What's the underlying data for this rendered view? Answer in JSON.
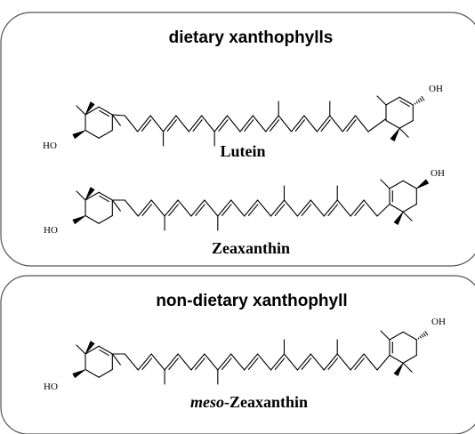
{
  "panels": {
    "dietary": {
      "title": "dietary xanthophylls",
      "molecules": {
        "lutein": {
          "name": "Lutein",
          "left_group": "HO",
          "right_group": "OH"
        },
        "zeaxanthin": {
          "name": "Zeaxanthin",
          "left_group": "HO",
          "right_group": "OH"
        }
      }
    },
    "non_dietary": {
      "title": "non-dietary  xanthophyll",
      "molecules": {
        "meso_zeaxanthin": {
          "name_prefix": "meso",
          "name_rest": "-Zeaxanthin",
          "left_group": "HO",
          "right_group": "OH"
        }
      }
    }
  },
  "colors": {
    "line": "#000000",
    "panel_border": "#555555",
    "background": "#ffffff"
  }
}
